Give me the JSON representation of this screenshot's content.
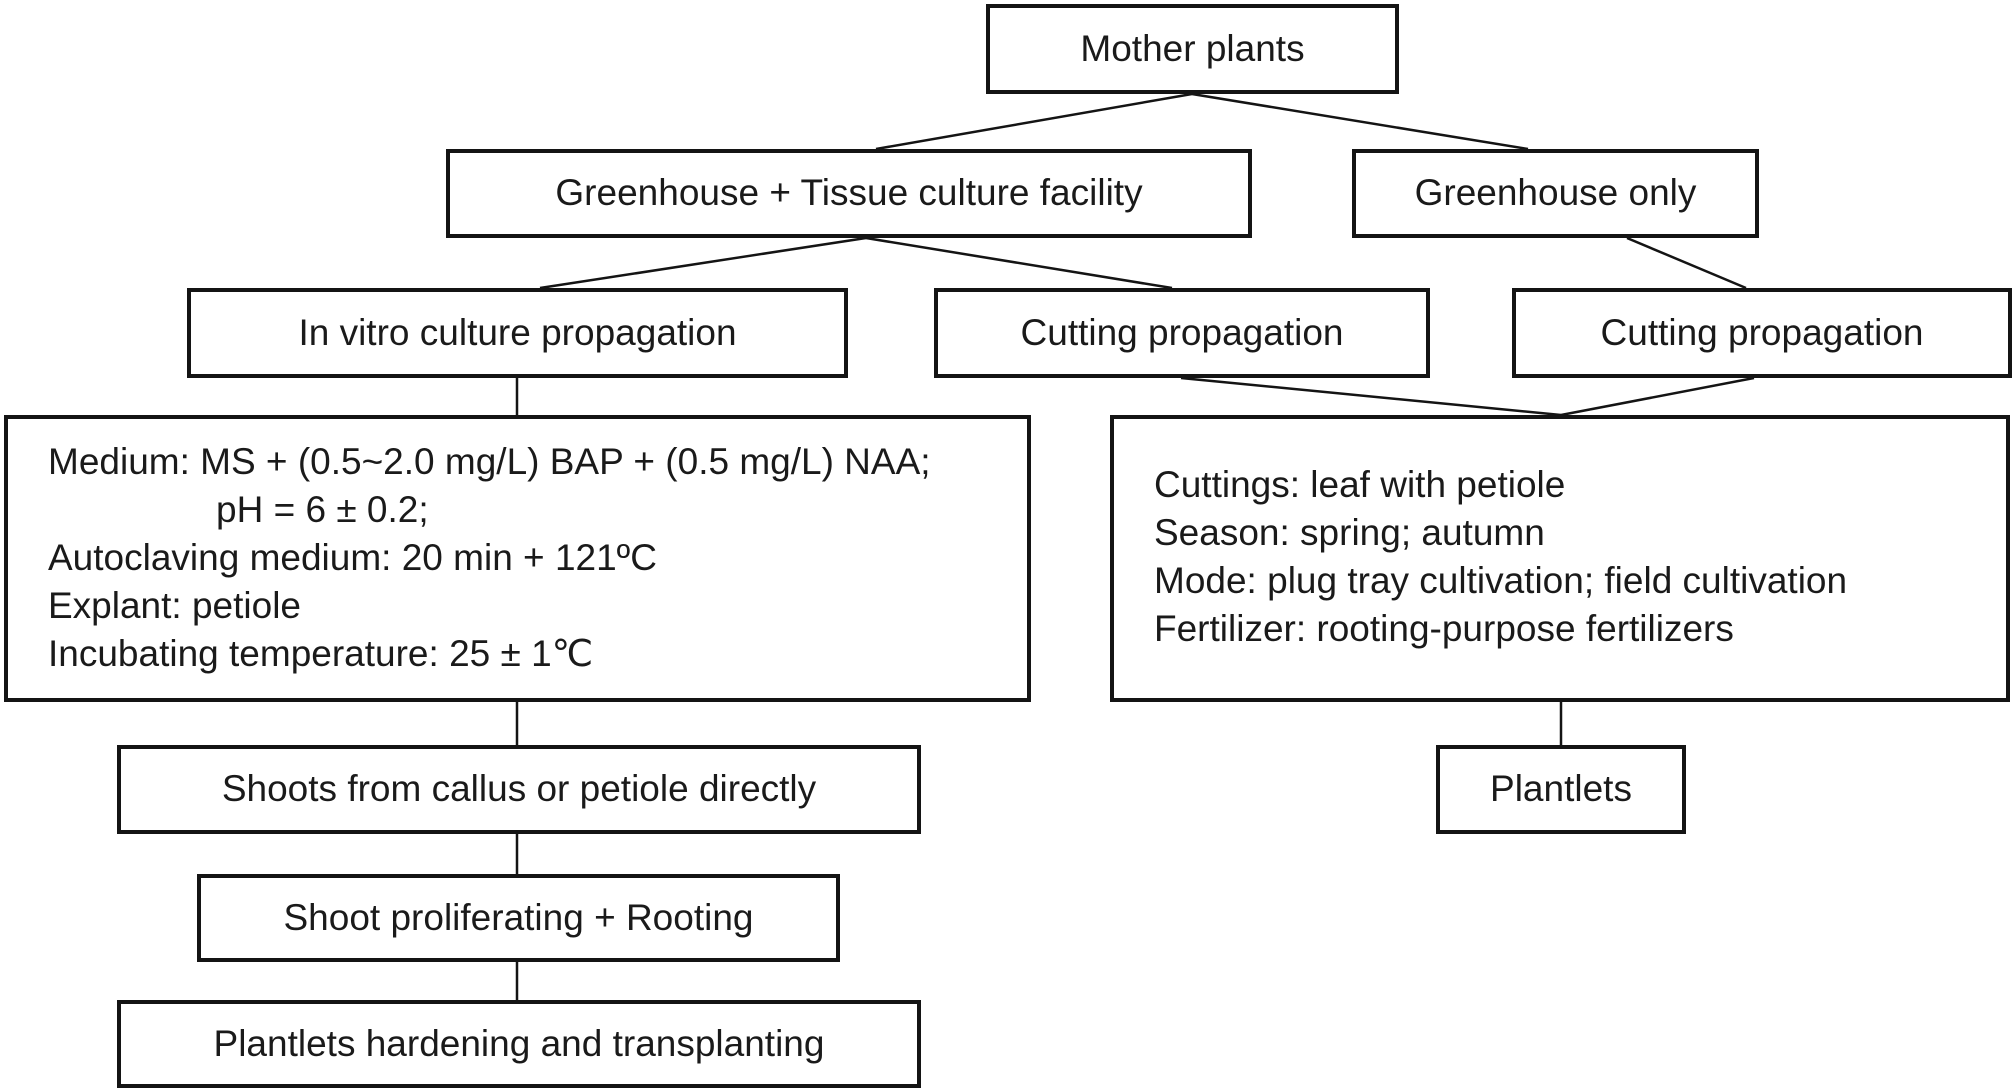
{
  "nodes": {
    "mother": "Mother plants",
    "gh_tc": "Greenhouse + Tissue culture facility",
    "gh_only": "Greenhouse only",
    "in_vitro": "In vitro culture propagation",
    "cutting_1": "Cutting propagation",
    "cutting_2": "Cutting propagation",
    "shoots": "Shoots from callus or petiole directly",
    "shoot_prolif": "Shoot proliferating + Rooting",
    "hardening": "Plantlets hardening and transplanting",
    "plantlets": "Plantlets"
  },
  "in_vitro_details": {
    "medium": "Medium: MS + (0.5~2.0 mg/L) BAP + (0.5 mg/L) NAA;",
    "ph": "pH = 6 ± 0.2;",
    "autoclaving": "Autoclaving medium: 20 min + 121ºC",
    "explant": "Explant:  petiole",
    "incubating": "Incubating temperature: 25 ± 1℃"
  },
  "cutting_details": {
    "cuttings": "Cuttings: leaf with petiole",
    "season": "Season: spring; autumn",
    "mode": "Mode:  plug tray cultivation; field cultivation",
    "fertilizer": "Fertilizer: rooting-purpose fertilizers"
  },
  "colors": {
    "stroke": "#141414",
    "text": "#1a1a1a",
    "background": "#ffffff"
  }
}
